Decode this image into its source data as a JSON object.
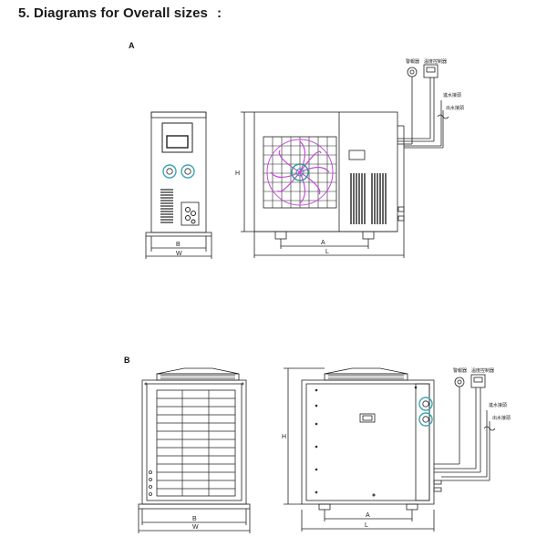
{
  "heading": {
    "text": "5. Diagrams for Overall sizes",
    "colon": ":"
  },
  "section_a": {
    "label": "A",
    "side_view": {
      "dim_inner": "B",
      "dim_outer": "W"
    },
    "front_view": {
      "dim_height": "H",
      "dim_inner": "A",
      "dim_outer": "L"
    },
    "accessories": {
      "label_1": "警報器",
      "label_2": "溫度控制器",
      "label_3": "進水接頭",
      "label_4": "出水接頭"
    }
  },
  "section_b": {
    "label": "B",
    "side_view": {
      "dim_inner": "B",
      "dim_outer": "W"
    },
    "front_view": {
      "dim_height": "H",
      "dim_inner": "A",
      "dim_outer": "L"
    },
    "accessories": {
      "label_1": "警報器",
      "label_2": "溫度控制器",
      "label_3": "進水接頭",
      "label_4": "出水接頭"
    }
  },
  "colors": {
    "line": "#222222",
    "fan_blade": "#c44bd8",
    "fan_hub": "#2a9c8f",
    "gauge": "#3aa6b2"
  }
}
